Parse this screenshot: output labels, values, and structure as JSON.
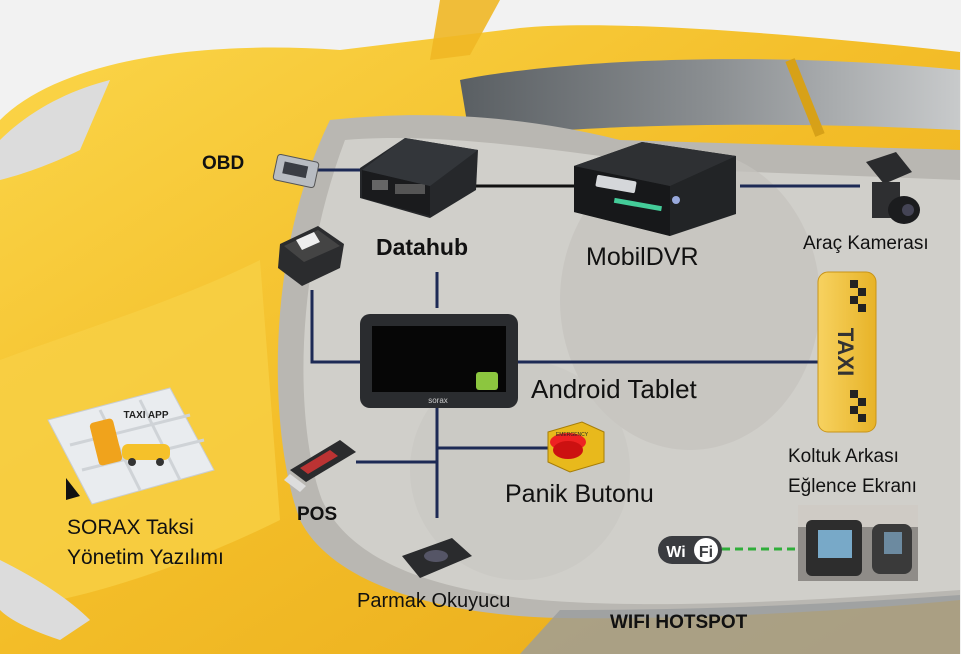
{
  "labels": {
    "obd": "OBD",
    "datahub": "Datahub",
    "mobildvr": "MobilDVR",
    "camera": "Araç Kamerası",
    "tablet": "Android Tablet",
    "panik": "Panik Butonu",
    "pos": "POS",
    "koltuk_line1": "Koltuk Arkası",
    "koltuk_line2": "Eğlence Ekranı",
    "sorax_line1": "SORAX Taksi",
    "sorax_line2": "Yönetim Yazılımı",
    "parmak": "Parmak Okuyucu",
    "wifi_hotspot": "WIFI HOTSPOT"
  },
  "device_text": {
    "taxi_sign": "TAXI",
    "tablet_brand": "sorax",
    "taxi_app": "TAXI APP",
    "wifi_badge_left": "Wi",
    "wifi_badge_right": "Fi",
    "emergency": "EMERGENCY"
  },
  "colors": {
    "car_yellow": "#f5c12a",
    "car_dark_yellow": "#d99b14",
    "connector_navy": "#1d2a55",
    "wifi_green": "#2fae3a",
    "background": "#f2f2f2"
  }
}
